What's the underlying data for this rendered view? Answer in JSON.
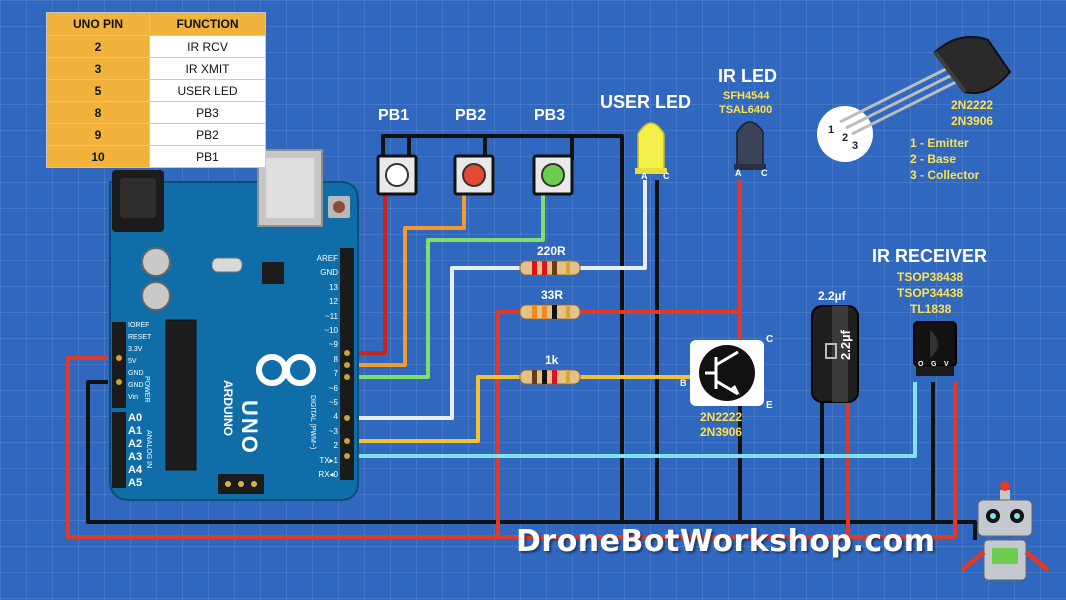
{
  "pin_table": {
    "headers": [
      "UNO PIN",
      "FUNCTION"
    ],
    "rows": [
      {
        "pin": "2",
        "function": "IR RCV"
      },
      {
        "pin": "3",
        "function": "IR XMIT"
      },
      {
        "pin": "5",
        "function": "USER LED"
      },
      {
        "pin": "8",
        "function": "PB3"
      },
      {
        "pin": "9",
        "function": "PB2"
      },
      {
        "pin": "10",
        "function": "PB1"
      }
    ]
  },
  "buttons": {
    "pb1": "PB1",
    "pb2": "PB2",
    "pb3": "PB3"
  },
  "resistors": {
    "r1": "220R",
    "r2": "33R",
    "r3": "1k"
  },
  "user_led": {
    "title": "USER LED",
    "pin_a": "A",
    "pin_c": "C"
  },
  "ir_led": {
    "title": "IR LED",
    "part1": "SFH4544",
    "part2": "TSAL6400",
    "pin_a": "A",
    "pin_c": "C"
  },
  "transistor": {
    "part1": "2N2222",
    "part2": "2N3906",
    "pin_b": "B",
    "pin_c": "C",
    "pin_e": "E"
  },
  "transistor_inset": {
    "part1": "2N2222",
    "part2": "2N3906",
    "pin1": "1 - Emitter",
    "pin2": "2 - Base",
    "pin3": "3 - Collector",
    "n1": "1",
    "n2": "2",
    "n3": "3"
  },
  "capacitor": {
    "label": "2.2µf",
    "body": "2.2µf"
  },
  "ir_receiver": {
    "title": "IR RECEIVER",
    "part1": "TSOP38438",
    "part2": "TSOP34438",
    "part3": "TL1838",
    "pin_o": "O",
    "pin_g": "G",
    "pin_v": "V"
  },
  "arduino": {
    "brand": "ARDUINO",
    "model": "UNO",
    "header_digital": [
      "AREF",
      "GND",
      "13",
      "12",
      "~11",
      "~10",
      "~9",
      "8",
      "7",
      "~6",
      "~5",
      "4",
      "~3",
      "2",
      "TX▸1",
      "RX◂0"
    ],
    "header_power": [
      "IOREF",
      "RESET",
      "3.3V",
      "5V",
      "GND",
      "GND",
      "Vin"
    ],
    "header_analog": [
      "A0",
      "A1",
      "A2",
      "A3",
      "A4",
      "A5"
    ],
    "digital_label": "DIGITAL (PWM~)",
    "power_label": "POWER",
    "analog_label": "ANALOG IN"
  },
  "watermark": "DroneBotWorkshop.com"
}
